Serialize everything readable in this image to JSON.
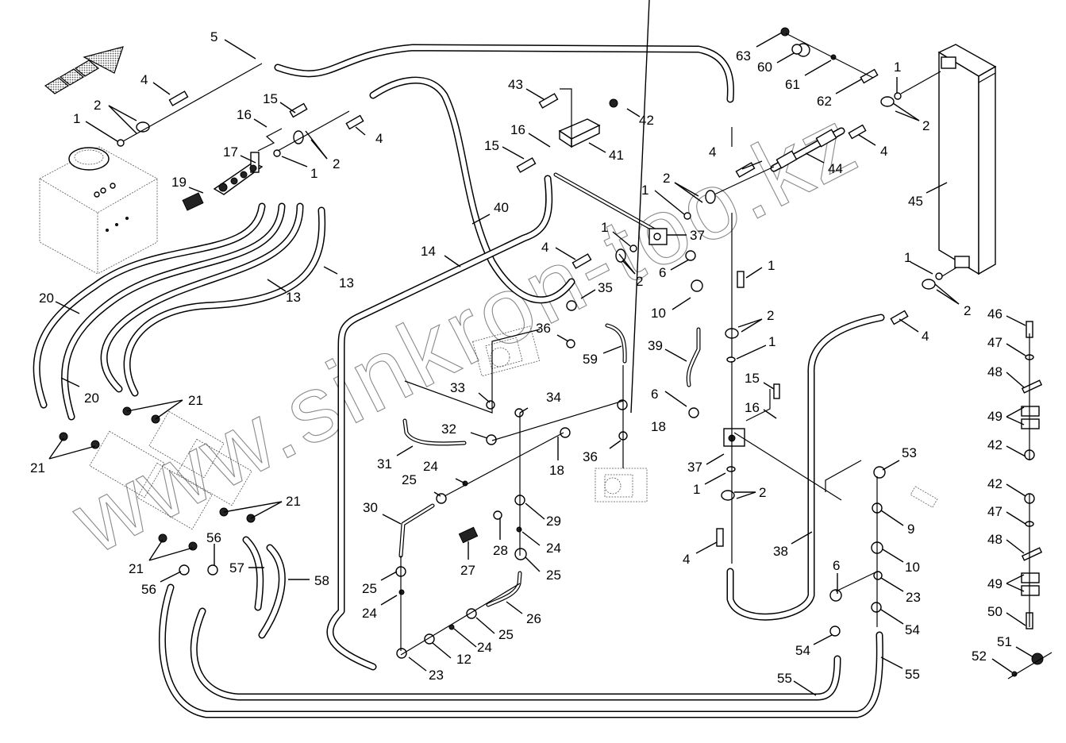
{
  "diagram": {
    "title": "Hydraulic hose and piping assembly — exploded parts view",
    "watermark": "www.sinkron-too.kz",
    "direction_indicator": "forward-arrow",
    "components": {
      "tank": "hydraulic-tank",
      "cooler": "oil-cooler",
      "pump_upper": "hydraulic-pump",
      "pump_lower": "hydraulic-pump",
      "valves": "control-valve-bank"
    },
    "callouts": [
      {
        "id": "c5",
        "label": "5"
      },
      {
        "id": "c4a",
        "label": "4"
      },
      {
        "id": "c2a",
        "label": "2"
      },
      {
        "id": "c1a",
        "label": "1"
      },
      {
        "id": "c15a",
        "label": "15"
      },
      {
        "id": "c16a",
        "label": "16"
      },
      {
        "id": "c17",
        "label": "17"
      },
      {
        "id": "c19",
        "label": "19"
      },
      {
        "id": "c1b",
        "label": "1"
      },
      {
        "id": "c2b",
        "label": "2"
      },
      {
        "id": "c4b",
        "label": "4"
      },
      {
        "id": "c13a",
        "label": "13"
      },
      {
        "id": "c13b",
        "label": "13"
      },
      {
        "id": "c20a",
        "label": "20"
      },
      {
        "id": "c20b",
        "label": "20"
      },
      {
        "id": "c21a",
        "label": "21"
      },
      {
        "id": "c21b",
        "label": "21"
      },
      {
        "id": "c21c",
        "label": "21"
      },
      {
        "id": "c21d",
        "label": "21"
      },
      {
        "id": "c56a",
        "label": "56"
      },
      {
        "id": "c56b",
        "label": "56"
      },
      {
        "id": "c57",
        "label": "57"
      },
      {
        "id": "c58",
        "label": "58"
      },
      {
        "id": "c43",
        "label": "43"
      },
      {
        "id": "c42a",
        "label": "42"
      },
      {
        "id": "c16b",
        "label": "16"
      },
      {
        "id": "c15b",
        "label": "15"
      },
      {
        "id": "c41",
        "label": "41"
      },
      {
        "id": "c40",
        "label": "40"
      },
      {
        "id": "c14",
        "label": "14"
      },
      {
        "id": "c2c",
        "label": "2"
      },
      {
        "id": "c1c",
        "label": "1"
      },
      {
        "id": "c1d",
        "label": "1"
      },
      {
        "id": "c37a",
        "label": "37"
      },
      {
        "id": "c4c",
        "label": "4"
      },
      {
        "id": "c2d",
        "label": "2"
      },
      {
        "id": "c6a",
        "label": "6"
      },
      {
        "id": "c35",
        "label": "35"
      },
      {
        "id": "c36a",
        "label": "36"
      },
      {
        "id": "c59",
        "label": "59"
      },
      {
        "id": "c10a",
        "label": "10"
      },
      {
        "id": "c39",
        "label": "39"
      },
      {
        "id": "c33",
        "label": "33"
      },
      {
        "id": "c34",
        "label": "34"
      },
      {
        "id": "c32",
        "label": "32"
      },
      {
        "id": "c31",
        "label": "31"
      },
      {
        "id": "c18a",
        "label": "18"
      },
      {
        "id": "c18b",
        "label": "18"
      },
      {
        "id": "c36b",
        "label": "36"
      },
      {
        "id": "c6b",
        "label": "6"
      },
      {
        "id": "c24a",
        "label": "24"
      },
      {
        "id": "c25a",
        "label": "25"
      },
      {
        "id": "c30",
        "label": "30"
      },
      {
        "id": "c29",
        "label": "29"
      },
      {
        "id": "c28",
        "label": "28"
      },
      {
        "id": "c27",
        "label": "27"
      },
      {
        "id": "c24b",
        "label": "24"
      },
      {
        "id": "c25b",
        "label": "25"
      },
      {
        "id": "c25c",
        "label": "25"
      },
      {
        "id": "c24c",
        "label": "24"
      },
      {
        "id": "c26",
        "label": "26"
      },
      {
        "id": "c25d",
        "label": "25"
      },
      {
        "id": "c24d",
        "label": "24"
      },
      {
        "id": "c12",
        "label": "12"
      },
      {
        "id": "c23a",
        "label": "23"
      },
      {
        "id": "c63",
        "label": "63"
      },
      {
        "id": "c60",
        "label": "60"
      },
      {
        "id": "c61",
        "label": "61"
      },
      {
        "id": "c62",
        "label": "62"
      },
      {
        "id": "c1e",
        "label": "1"
      },
      {
        "id": "c2e",
        "label": "2"
      },
      {
        "id": "c4d",
        "label": "4"
      },
      {
        "id": "c44",
        "label": "44"
      },
      {
        "id": "c45",
        "label": "45"
      },
      {
        "id": "c4e",
        "label": "4"
      },
      {
        "id": "c2f",
        "label": "2"
      },
      {
        "id": "c1f",
        "label": "1"
      },
      {
        "id": "c2g",
        "label": "2"
      },
      {
        "id": "c4f",
        "label": "4"
      },
      {
        "id": "c1g",
        "label": "1"
      },
      {
        "id": "c1h",
        "label": "1"
      },
      {
        "id": "c15c",
        "label": "15"
      },
      {
        "id": "c16c",
        "label": "16"
      },
      {
        "id": "c37b",
        "label": "37"
      },
      {
        "id": "c1i",
        "label": "1"
      },
      {
        "id": "c2h",
        "label": "2"
      },
      {
        "id": "c4g",
        "label": "4"
      },
      {
        "id": "c38",
        "label": "38"
      },
      {
        "id": "c53",
        "label": "53"
      },
      {
        "id": "c9",
        "label": "9"
      },
      {
        "id": "c10b",
        "label": "10"
      },
      {
        "id": "c6c",
        "label": "6"
      },
      {
        "id": "c23b",
        "label": "23"
      },
      {
        "id": "c54a",
        "label": "54"
      },
      {
        "id": "c54b",
        "label": "54"
      },
      {
        "id": "c55a",
        "label": "55"
      },
      {
        "id": "c55b",
        "label": "55"
      },
      {
        "id": "c46",
        "label": "46"
      },
      {
        "id": "c47a",
        "label": "47"
      },
      {
        "id": "c48a",
        "label": "48"
      },
      {
        "id": "c49a",
        "label": "49"
      },
      {
        "id": "c42b",
        "label": "42"
      },
      {
        "id": "c42c",
        "label": "42"
      },
      {
        "id": "c47b",
        "label": "47"
      },
      {
        "id": "c48b",
        "label": "48"
      },
      {
        "id": "c49b",
        "label": "49"
      },
      {
        "id": "c50",
        "label": "50"
      },
      {
        "id": "c51",
        "label": "51"
      },
      {
        "id": "c52",
        "label": "52"
      }
    ]
  }
}
